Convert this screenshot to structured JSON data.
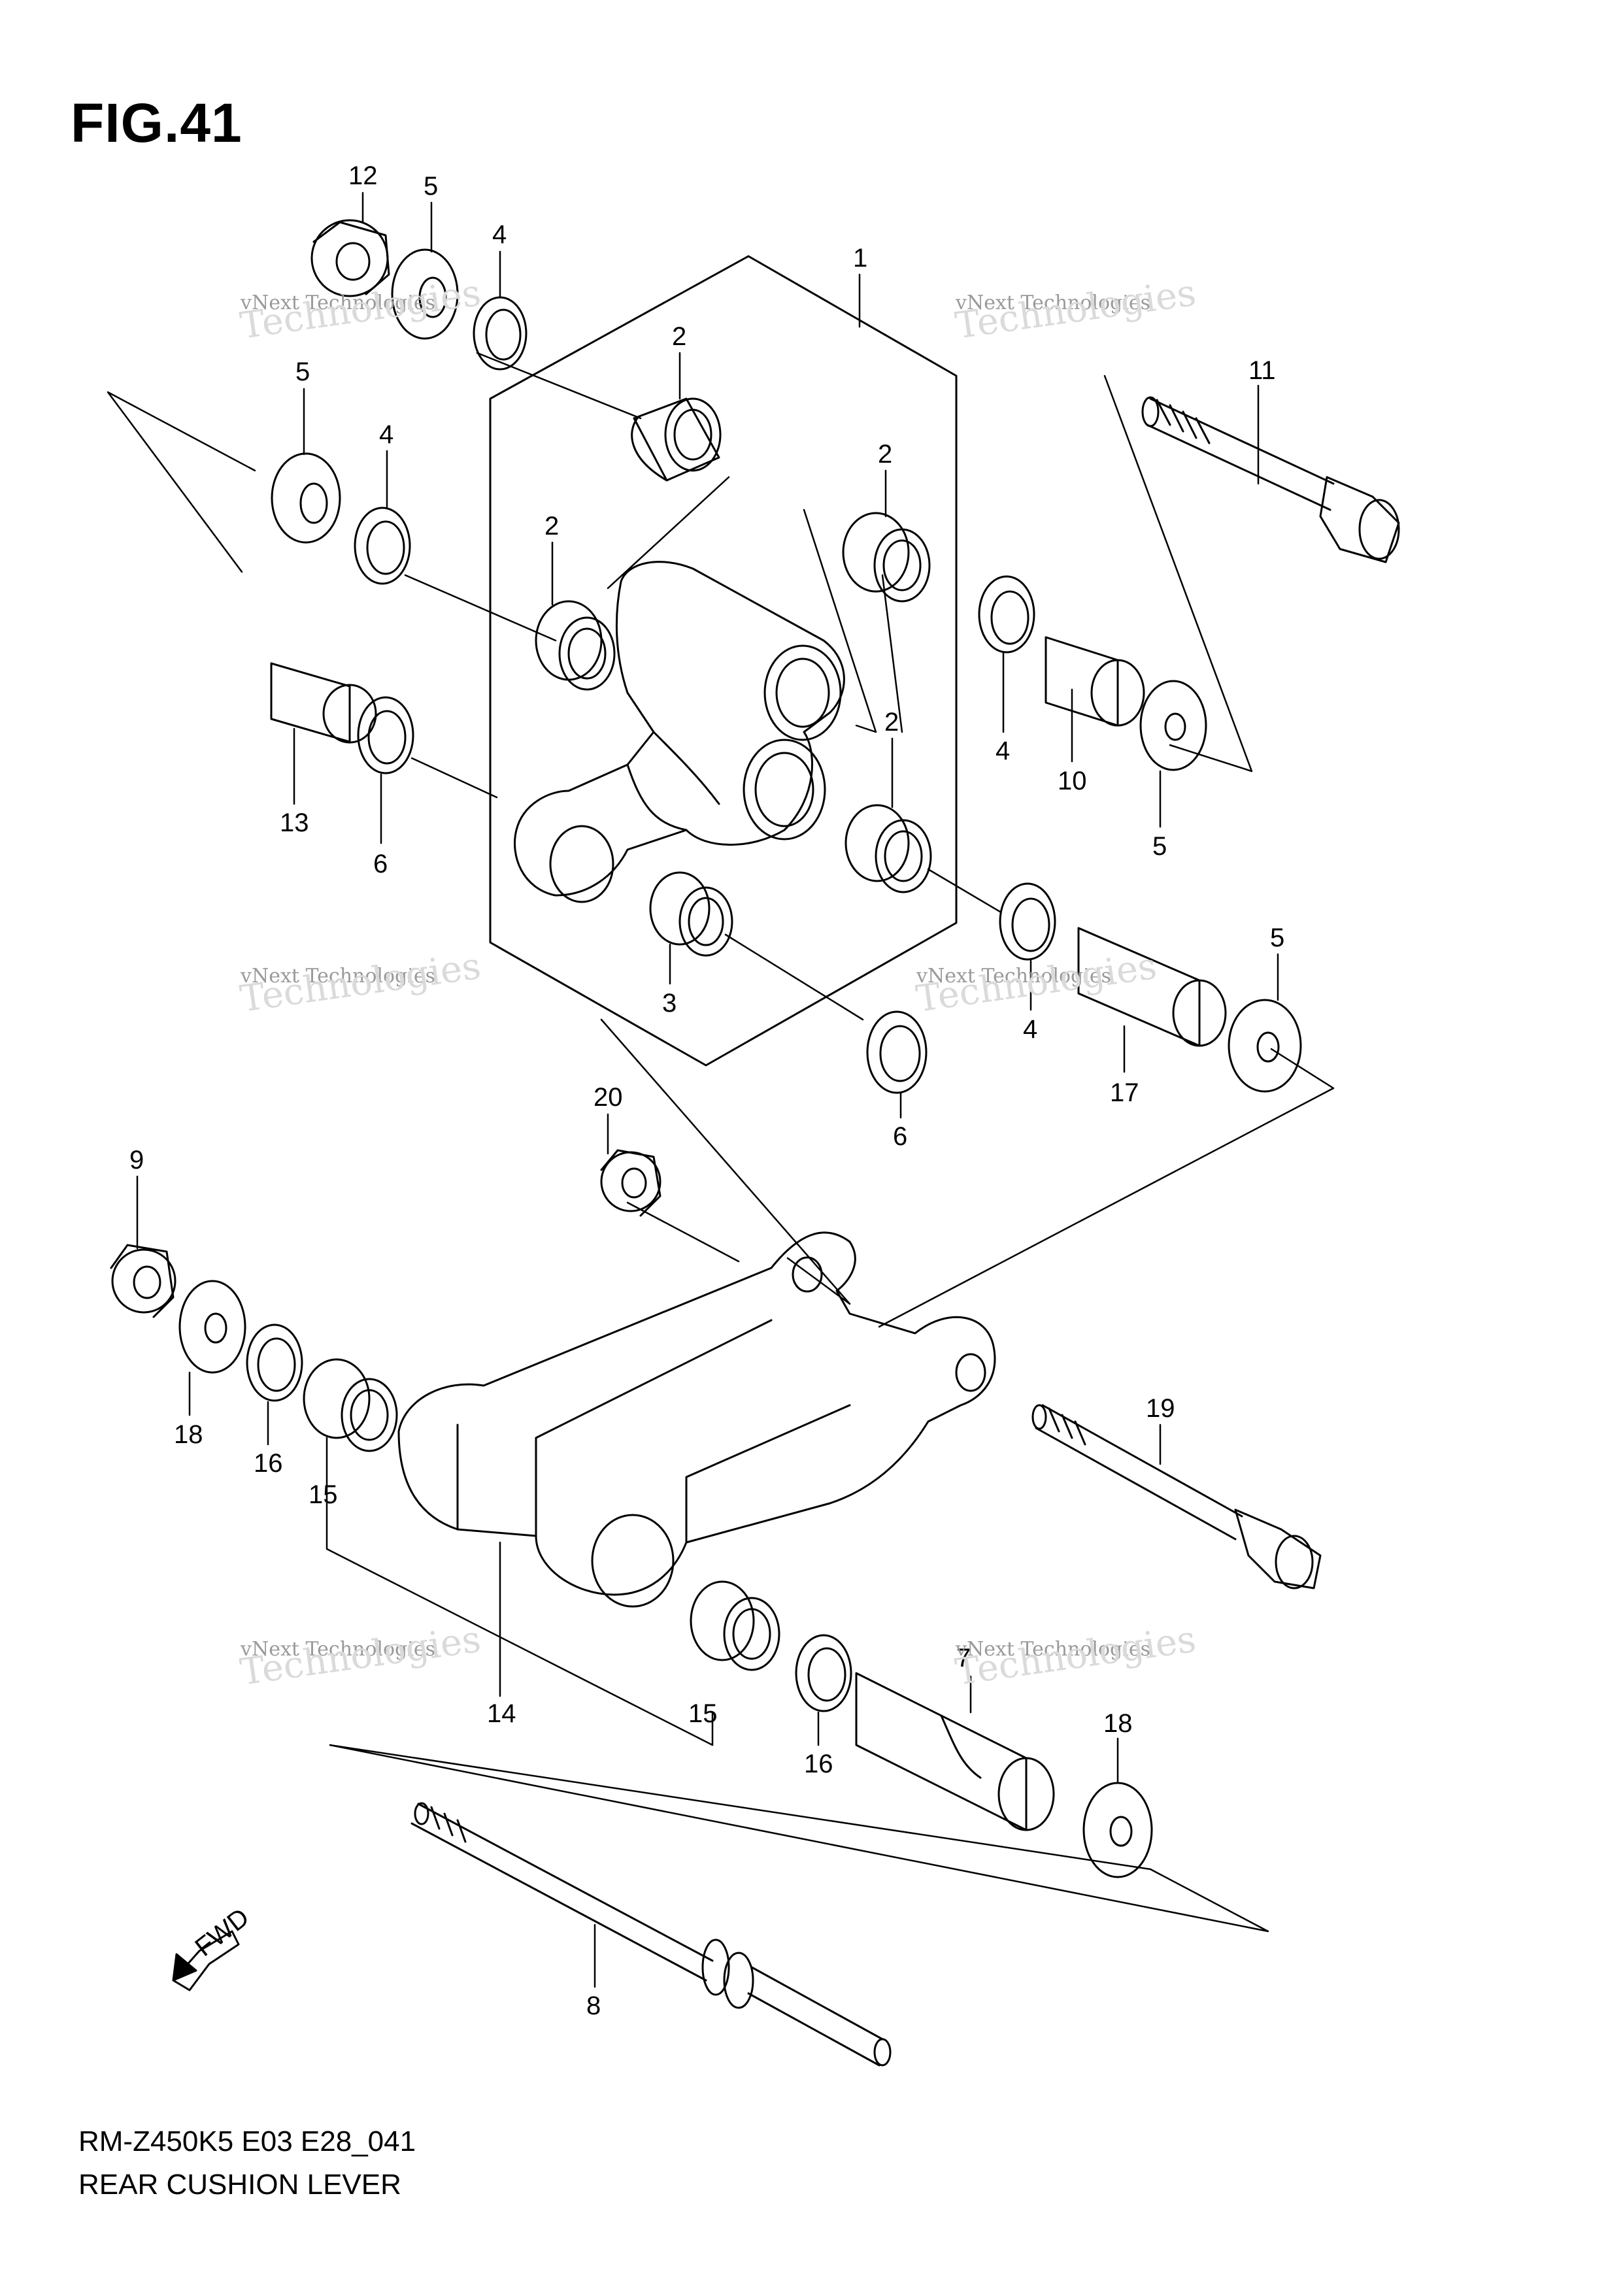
{
  "figure": {
    "title": "FIG.41",
    "model_code": "RM-Z450K5 E03 E28_041",
    "name": "REAR CUSHION LEVER",
    "fwd_label": "FWD"
  },
  "watermarks": [
    {
      "small": "vNext Technologies",
      "big": "Technologies"
    },
    {
      "small": "vNext Technologies",
      "big": "Technologies"
    },
    {
      "small": "vNext Technologies",
      "big": "Technologies"
    },
    {
      "small": "vNext Technologies",
      "big": "Technologies"
    },
    {
      "small": "vNext Technologies",
      "big": "Technologies"
    },
    {
      "small": "vNext Technologies",
      "big": "Technologies"
    }
  ],
  "callouts": {
    "c12": "12",
    "c5a": "5",
    "c4a": "4",
    "c1": "1",
    "c2a": "2",
    "c11": "11",
    "c5b": "5",
    "c4b": "4",
    "c2b": "2",
    "c2c": "2",
    "c4c": "4",
    "c10": "10",
    "c2d": "2",
    "c5c": "5",
    "c13": "13",
    "c6a": "6",
    "c3": "3",
    "c5d": "5",
    "c4d": "4",
    "c17": "17",
    "c6b": "6",
    "c20": "20",
    "c9": "9",
    "c18a": "18",
    "c16a": "16",
    "c15a": "15",
    "c19": "19",
    "c14": "14",
    "c15b": "15",
    "c16b": "16",
    "c18b": "18",
    "c7": "7",
    "c8": "8"
  }
}
